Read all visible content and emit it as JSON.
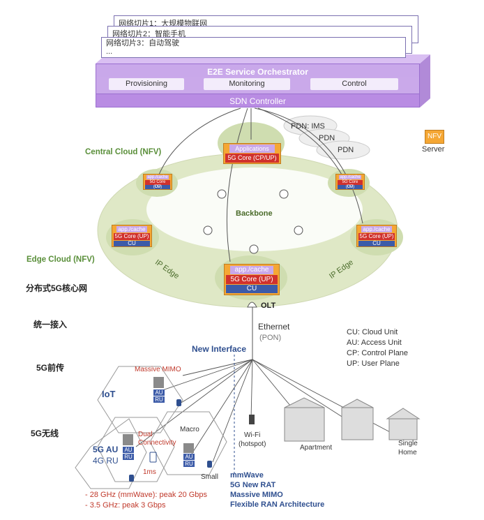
{
  "slices": [
    "网络切片1：大规模物联网",
    "网络切片2：智能手机",
    "网络切片3：自动驾驶",
    "..."
  ],
  "orchestrator": {
    "title": "E2E Service Orchestrator",
    "buttons": [
      "Provisioning",
      "Monitoring",
      "Control"
    ],
    "sdn": "SDN Controller"
  },
  "pdn": [
    "PDN: IMS",
    "PDN",
    "PDN"
  ],
  "nfv_server": {
    "badge": "NFV",
    "label": "Server"
  },
  "central": {
    "label": "Central Cloud (NFV)",
    "app": "Applications",
    "core": "5G Core (CP/UP)"
  },
  "small_node": {
    "app": "app./cache",
    "core": "5G Core (UP)",
    "cu": "CU"
  },
  "backbone": "Backbone",
  "edge": {
    "label": "Edge Cloud (NFV)",
    "ip_edge_left": "IP Edge",
    "ip_edge_right": "IP Edge",
    "app": "app./cache",
    "core": "5G Core (UP)",
    "cu": "CU"
  },
  "olt": "OLT",
  "ethernet": {
    "line1": "Ethernet",
    "line2": "(PON)"
  },
  "new_interface": "New Interface",
  "cn_labels": [
    "分布式5G核心网",
    "统一接入",
    "5G前传",
    "5G无线"
  ],
  "legend": [
    "CU: Cloud Unit",
    "AU: Access Unit",
    "CP: Control Plane",
    "UP: User Plane"
  ],
  "radio": {
    "massive_mimo": "Massive MIMO",
    "iot": "IoT",
    "au": "AU",
    "ru": "RU",
    "dual": "Dual\nConnectivity",
    "macro": "Macro",
    "au5g": "5G AU",
    "ru4g": "4G RU",
    "ms": "1ms",
    "small": "Small"
  },
  "wifi": {
    "line1": "Wi-Fi",
    "line2": "(hotspot)"
  },
  "apartment": "Apartment",
  "single_home": {
    "line1": "Single",
    "line2": "Home"
  },
  "tech_list": [
    "mmWave",
    "5G New RAT",
    "Massive MIMO",
    "Flexible RAN Architecture"
  ],
  "spectrum": [
    "- 28 GHz (mmWave): peak 20 Gbps",
    "- 3.5 GHz: peak 3 Gbps"
  ]
}
